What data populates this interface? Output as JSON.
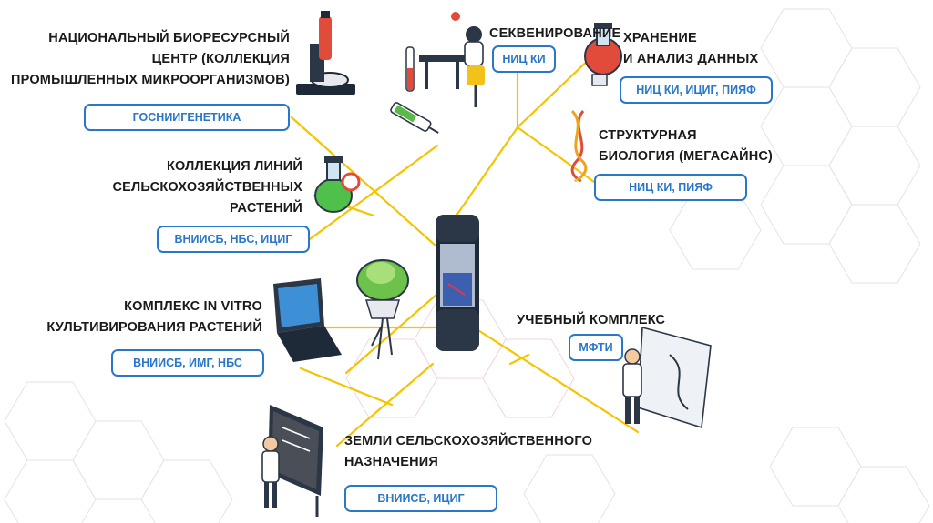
{
  "nodes": [
    {
      "id": "bioresource",
      "title_lines": [
        "Национальный биоресурсный",
        "центр (коллекция",
        "промышленных микроорганизмов)"
      ],
      "badge": "ГОСНИИГЕНЕТИКА",
      "icon": "microscope-icon"
    },
    {
      "id": "sequencing",
      "title_lines": [
        "Секвенирование"
      ],
      "badge": "НИЦ КИ",
      "icon": "scientist-lab-icon"
    },
    {
      "id": "storage",
      "title_lines": [
        "Хранение",
        "и анализ данных"
      ],
      "badge": "НИЦ КИ, ИЦИГ, ПИЯФ",
      "icon": "flask-icon"
    },
    {
      "id": "structural",
      "title_lines": [
        "Структурная",
        "биология (Мегасайнс)"
      ],
      "badge": "НИЦ КИ, ПИЯФ",
      "icon": "dna-icon"
    },
    {
      "id": "plantlines",
      "title_lines": [
        "Коллекция линий",
        "сельскохозяйственных",
        "растений"
      ],
      "badge": "ВНИИСБ, НБС, ИЦИГ",
      "icon": "flask-magnifier-icon"
    },
    {
      "id": "invitro",
      "title_lines": [
        "Комплекс in vitro",
        "культивирования растений"
      ],
      "badge": "ВНИИСБ, ИМГ, НБС",
      "icon": "laptop-icon"
    },
    {
      "id": "education",
      "title_lines": [
        "Учебный комплекс"
      ],
      "badge": "МФТИ",
      "icon": "teacher-screen-icon"
    },
    {
      "id": "lands",
      "title_lines": [
        "Земли сельскохозяйственного",
        "назначения"
      ],
      "badge": "ВНИИСБ, ИЦИГ",
      "icon": "board-teacher-icon"
    }
  ],
  "colors": {
    "connector": "#f5c400",
    "badge_border": "#2a77c9",
    "badge_text": "#2a77c9",
    "title": "#1a1a1a"
  }
}
